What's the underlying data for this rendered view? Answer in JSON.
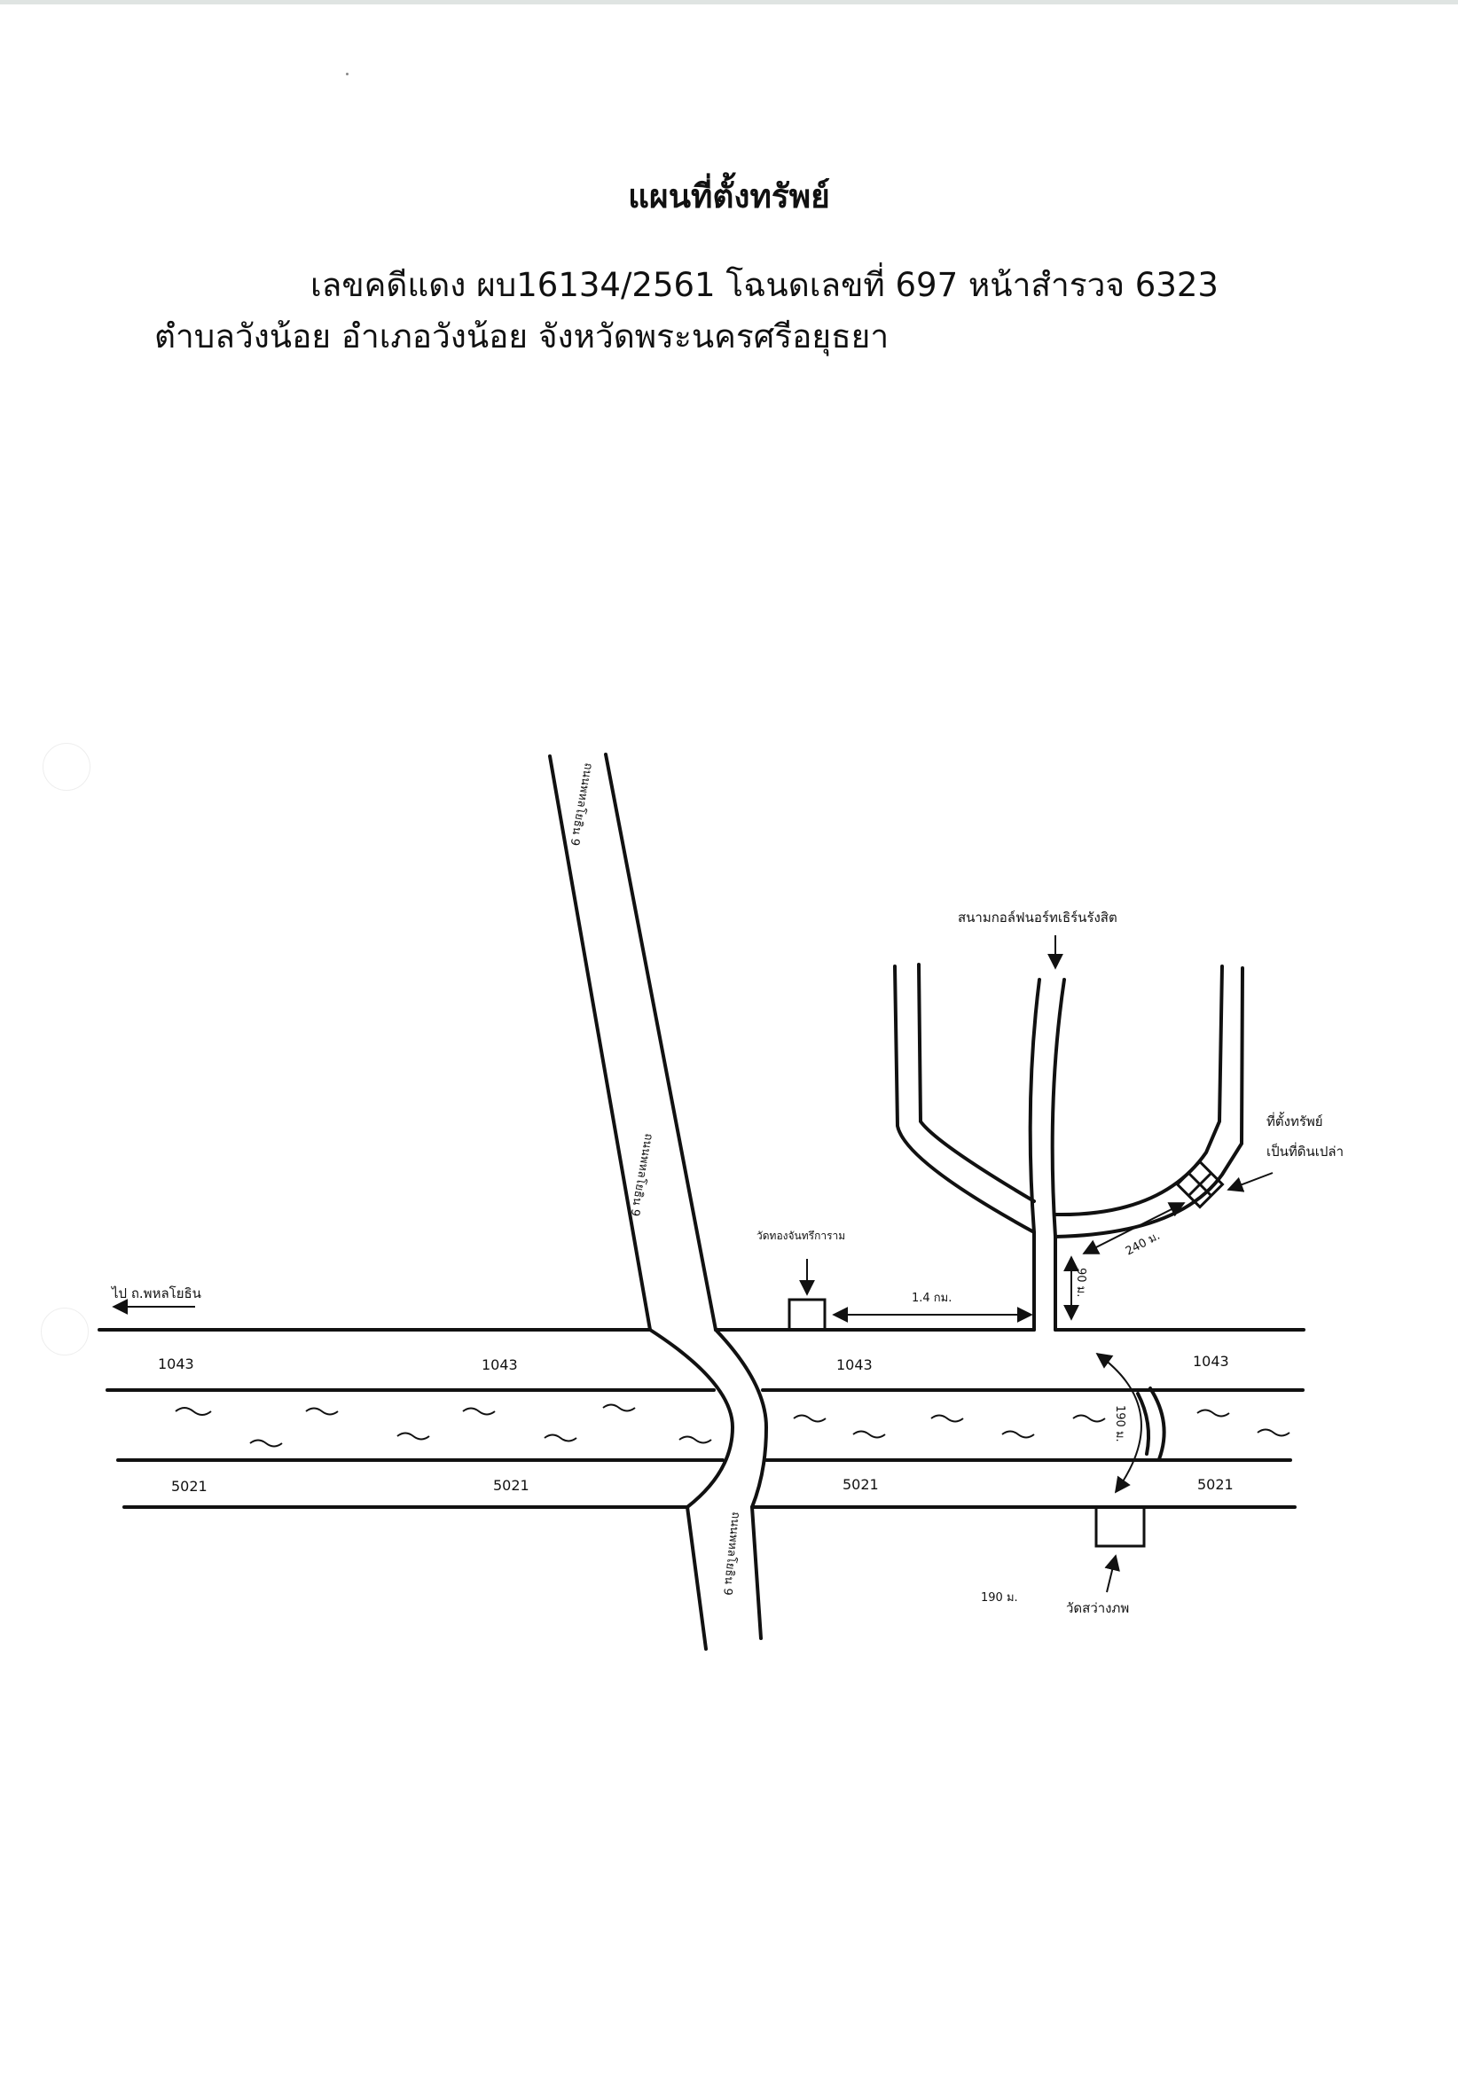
{
  "document": {
    "title": "แผนที่ตั้งทรัพย์",
    "case_line": "เลขคดีแดง ผบ16134/2561 โฉนดเลขที่ 697 หน้าสำรวจ 6323",
    "address_line": "ตำบลวังน้อย อำเภอวังน้อย จังหวัดพระนครศรีอยุธยา"
  },
  "map": {
    "road_labels": {
      "highway_north_top": "ถนนพหลโยธิน 9",
      "highway_north_mid": "ถนนพหลโยธิน 9",
      "highway_south": "ถนนพหลโยธิน 9",
      "north_1043_w": "1043",
      "north_1043_mid": "1043",
      "north_1043_c": "1043",
      "north_1043_e": "1043",
      "south_5021_w": "5021",
      "south_5021_mid": "5021",
      "south_5021_c": "5021",
      "south_5021_e": "5021"
    },
    "places": {
      "to_phahonyothin": "ไป ถ.พหลโยธิน",
      "wat_thong": "วัดทองจันทรึการาม",
      "golf_course": "สนามกอล์ฟนอร์ทเธิร์นรังสิต",
      "property_line1": "ที่ตั้งทรัพย์",
      "property_line2": "เป็นที่ดินเปล่า",
      "wat_sawang": "วัดสว่างภพ"
    },
    "distances": {
      "d_1_4km": "1.4 กม.",
      "d_90m": "90 ม.",
      "d_240m": "240 ม.",
      "d_190m_canal": "190 ม.",
      "d_190m_below": "190 ม."
    }
  }
}
